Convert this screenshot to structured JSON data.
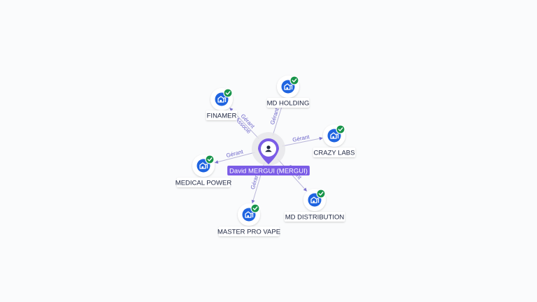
{
  "person": {
    "label": "David MERGUI (MERGUI)",
    "icon": "person-icon",
    "color": "#7b5ce6"
  },
  "companies": [
    {
      "label": "FINAMER",
      "relation": "Gérant Associé",
      "icon": "company-icon",
      "verified": true
    },
    {
      "label": "MD HOLDING",
      "relation": "Gérant",
      "icon": "company-icon",
      "verified": true
    },
    {
      "label": "CRAZY LABS",
      "relation": "Gérant",
      "icon": "company-icon",
      "verified": true
    },
    {
      "label": "MEDICAL POWER",
      "relation": "Gérant",
      "icon": "company-icon",
      "verified": true
    },
    {
      "label": "MASTER PRO VAPE",
      "relation": "Gérant",
      "icon": "company-icon",
      "verified": true
    },
    {
      "label": "MD DISTRIBUTION",
      "relation": "Gérant",
      "icon": "company-icon",
      "verified": true
    }
  ],
  "colors": {
    "company_icon": "#1f64e0",
    "verified_badge": "#17944a",
    "edge": "#b9b6d9",
    "edge_label": "#6b63c9"
  }
}
